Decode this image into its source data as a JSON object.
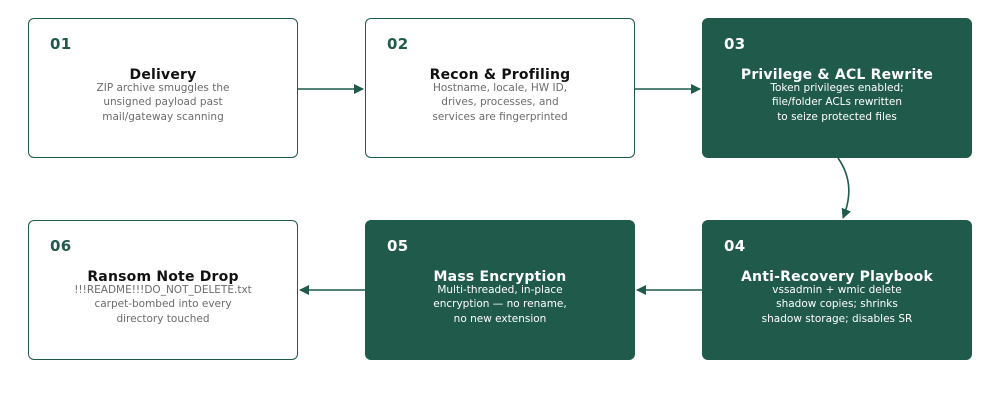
{
  "diagram": {
    "colors": {
      "accent": "#1f5a4a",
      "light_fill": "#ffffff",
      "muted_text": "#6b6b6b",
      "title_text": "#111111"
    },
    "steps": [
      {
        "number": "01",
        "title": "Delivery",
        "description": "ZIP archive smuggles the\nunsigned payload past\nmail/gateway scanning",
        "style": "light"
      },
      {
        "number": "02",
        "title": "Recon & Profiling",
        "description": "Hostname, locale, HW ID,\ndrives, processes, and\nservices are fingerprinted",
        "style": "light"
      },
      {
        "number": "03",
        "title": "Privilege & ACL Rewrite",
        "description": "Token privileges enabled;\nfile/folder ACLs rewritten\nto seize protected files",
        "style": "dark"
      },
      {
        "number": "04",
        "title": "Anti-Recovery Playbook",
        "description": "vssadmin + wmic delete\nshadow copies; shrinks\nshadow storage; disables SR",
        "style": "dark"
      },
      {
        "number": "05",
        "title": "Mass Encryption",
        "description": "Multi-threaded, in-place\nencryption — no rename,\nno new extension",
        "style": "dark"
      },
      {
        "number": "06",
        "title": "Ransom Note Drop",
        "description": "!!!README!!!DO_NOT_DELETE.txt\ncarpet-bombed into every\ndirectory touched",
        "style": "light"
      }
    ]
  }
}
